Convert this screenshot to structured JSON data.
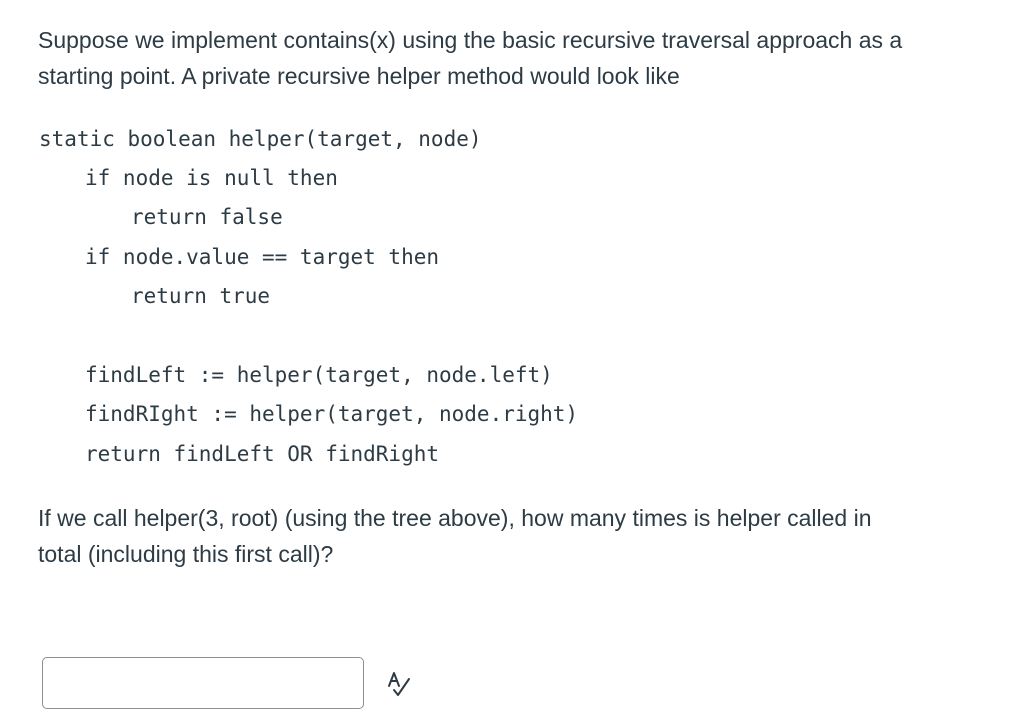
{
  "intro": {
    "line1": "Suppose we implement contains(x) using the basic recursive traversal approach as a",
    "line2": "starting point. A private recursive helper method would look like"
  },
  "code": {
    "lines": [
      "static boolean helper(target, node)",
      "if node is null then",
      "return false",
      "if node.value == target then",
      "return true",
      "findLeft := helper(target, node.left)",
      "findRIght := helper(target, node.right)",
      "return findLeft OR findRight"
    ]
  },
  "question": {
    "line1": "If we call helper(3, root) (using the tree above), how many times is helper called in",
    "line2": "total (including this first call)?"
  },
  "answer": {
    "value": "",
    "placeholder": ""
  },
  "icons": {
    "spellcheck": "spellcheck-icon"
  }
}
